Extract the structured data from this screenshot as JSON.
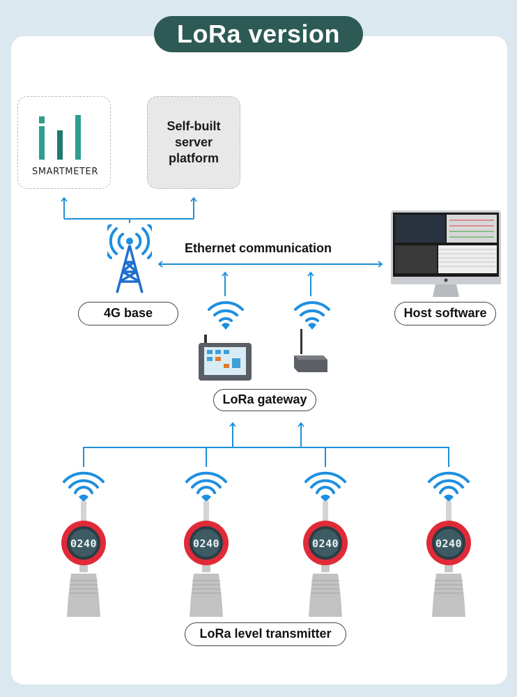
{
  "title": "LoRa version",
  "logo": {
    "text": "SMARTMETER",
    "icon": "bar-chart-logo-icon"
  },
  "server": {
    "label": "Self-built server platform"
  },
  "base_station": {
    "label": "4G base",
    "icon": "cell-tower-icon"
  },
  "ethernet": {
    "label": "Ethernet communication"
  },
  "host": {
    "label": "Host software",
    "icon": "imac-monitor-icon"
  },
  "gateway": {
    "label": "LoRa gateway",
    "icons": [
      "touchscreen-gateway-icon",
      "antenna-router-icon"
    ]
  },
  "transmitter": {
    "label": "LoRa level transmitter",
    "display_value": "0240",
    "count": 4,
    "icon": "level-transmitter-icon"
  },
  "colors": {
    "title_bg": "#2d5a55",
    "line": "#1e90d6",
    "wifi": "#1e8fe0",
    "transmitter_ring": "#e02a38"
  }
}
